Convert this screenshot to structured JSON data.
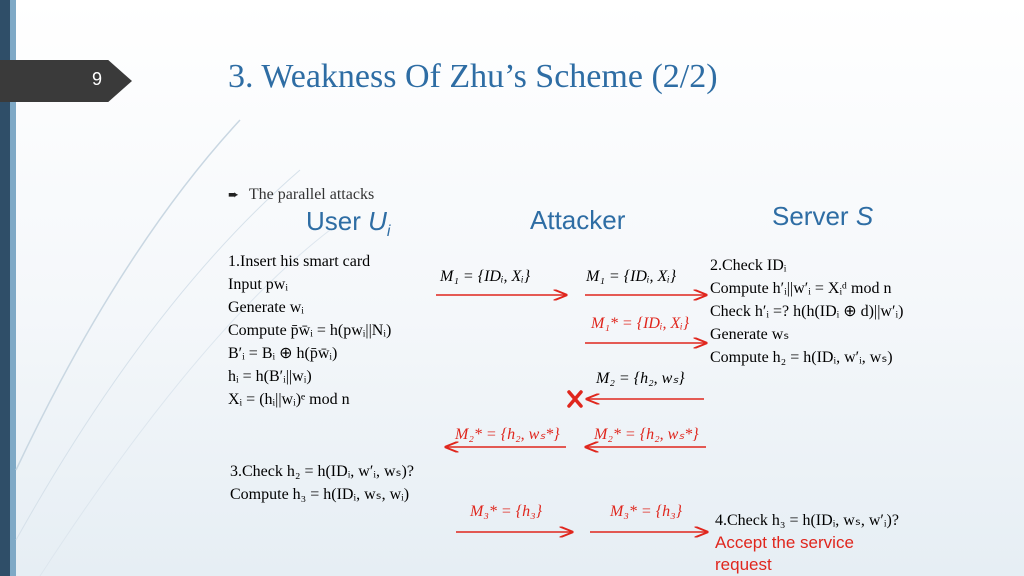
{
  "slide": {
    "page_number": "9",
    "title": "3. Weakness Of Zhu’s Scheme (2/2)",
    "bullet": "The parallel attacks"
  },
  "columns": {
    "user": {
      "label": "User ",
      "var": "U",
      "sub": "i"
    },
    "attacker": {
      "label": "Attacker"
    },
    "server": {
      "label": "Server ",
      "var": "S"
    }
  },
  "user_steps": [
    "1.Insert his smart card",
    "Input  pwᵢ",
    "Generate  wᵢ",
    "Compute p̄w̄ᵢ = h(pwᵢ||Nᵢ)",
    "B′ᵢ = Bᵢ ⊕ h(p̄w̄ᵢ)",
    "hᵢ = h(B′ᵢ||wᵢ)",
    "Xᵢ = (hᵢ||wᵢ)ᵉ mod n"
  ],
  "server_steps": [
    "2.Check IDᵢ",
    "Compute h′ᵢ||w′ᵢ = Xᵢᵈ mod n",
    "Check h′ᵢ =? h(h(IDᵢ ⊕ d)||w′ᵢ)",
    "Generate wₛ",
    "Compute h₂ = h(IDᵢ, w′ᵢ, wₛ)"
  ],
  "user_step3": [
    "3.Check h₂ = h(IDᵢ, w′ᵢ, wₛ)?",
    "Compute h₃ = h(IDᵢ, wₛ, wᵢ)"
  ],
  "server_step4": {
    "check": "4.Check h₃ = h(IDᵢ, wₛ, w′ᵢ)?",
    "result": [
      "Accept the service",
      "request"
    ]
  },
  "messages": {
    "m1_user": "M₁  = {IDᵢ, Xᵢ}",
    "m1_attacker": "M₁  = {IDᵢ, Xᵢ}",
    "m1_star": "M₁* = {IDᵢ, Xᵢ}",
    "m2_server": "M₂ = {h₂, wₛ}",
    "m2_star_left": "M₂* = {h₂, wₛ*}",
    "m2_star_right": "M₂* = {h₂, wₛ*}",
    "m3_star_left": "M₃* = {h₃}",
    "m3_star_right": "M₃* = {h₃}"
  },
  "colors": {
    "title": "#2e6da4",
    "attack": "#e0261d",
    "tab": "#3a3a3a",
    "left_bar": "#2f4e68"
  }
}
